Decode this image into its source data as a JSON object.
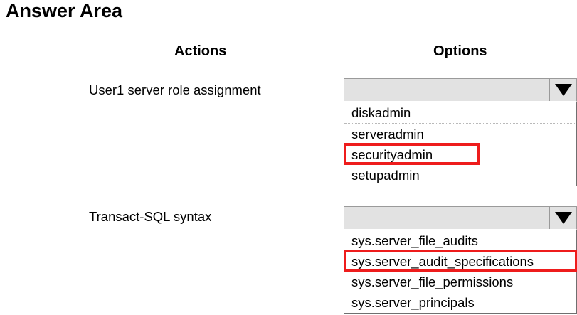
{
  "page": {
    "title": "Answer Area"
  },
  "headers": {
    "actions": "Actions",
    "options": "Options"
  },
  "rows": [
    {
      "label": "User1 server role assignment",
      "dropdown": {
        "selected_value": "",
        "arrow_icon": "chevron-down-icon",
        "expanded": true,
        "options": [
          {
            "label": "diskadmin",
            "highlighted": false
          },
          {
            "label": "serveradmin",
            "highlighted": false
          },
          {
            "label": "securityadmin",
            "highlighted": true
          },
          {
            "label": "setupadmin",
            "highlighted": false
          }
        ]
      }
    },
    {
      "label": "Transact-SQL syntax",
      "dropdown": {
        "selected_value": "",
        "arrow_icon": "chevron-down-icon",
        "expanded": true,
        "options": [
          {
            "label": "sys.server_file_audits",
            "highlighted": false
          },
          {
            "label": "sys.server_audit_specifications",
            "highlighted": true
          },
          {
            "label": "sys.server_file_permissions",
            "highlighted": false
          },
          {
            "label": "sys.server_principals",
            "highlighted": false
          }
        ]
      }
    }
  ],
  "colors": {
    "highlight": "#ee1c1c",
    "control_fill": "#e2e2e2",
    "control_border": "#9a9a9a",
    "list_border": "#6f6f6f",
    "text": "#000000",
    "background": "#ffffff"
  }
}
